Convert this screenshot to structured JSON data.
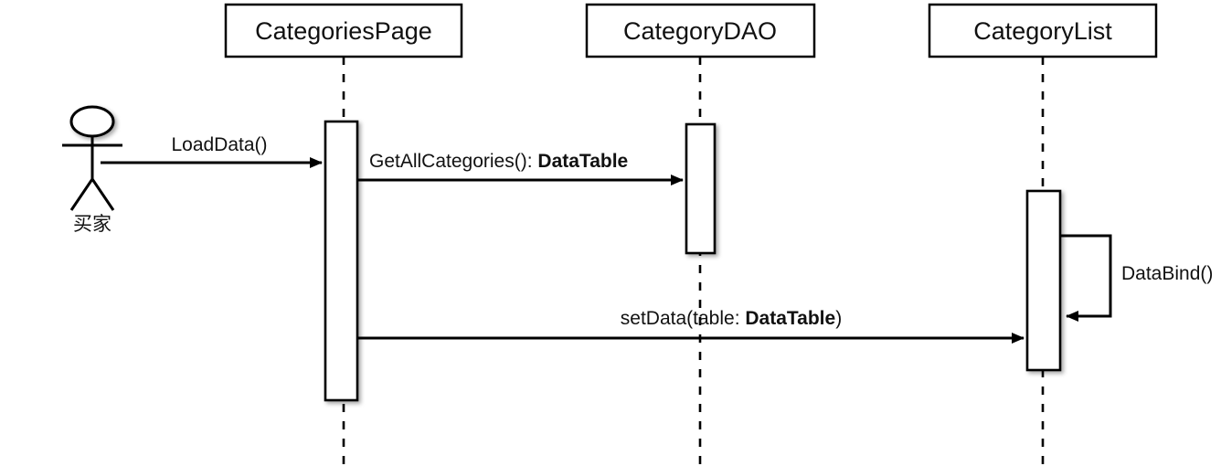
{
  "diagram": {
    "type": "uml-sequence-diagram",
    "background_color": "#ffffff",
    "line_color": "#000000",
    "text_color": "#111111"
  },
  "actor": {
    "name": "buyer-actor",
    "label": "买家"
  },
  "lifelines": [
    {
      "id": "categories-page",
      "title": "CategoriesPage"
    },
    {
      "id": "category-dao",
      "title": "CategoryDAO"
    },
    {
      "id": "category-list",
      "title": "CategoryList"
    }
  ],
  "messages": [
    {
      "id": "load-data",
      "from": "buyer-actor",
      "to": "categories-page",
      "label_plain": "LoadData()",
      "label_parts": [
        {
          "text": "LoadData()",
          "bold": false
        }
      ]
    },
    {
      "id": "get-all-categories",
      "from": "categories-page",
      "to": "category-dao",
      "label_plain": "GetAllCategories(): DataTable",
      "label_parts": [
        {
          "text": "GetAllCategories(): ",
          "bold": false
        },
        {
          "text": "DataTable",
          "bold": true
        }
      ]
    },
    {
      "id": "data-bind",
      "from": "category-list",
      "to": "category-list",
      "label_plain": "DataBind()",
      "label_parts": [
        {
          "text": "DataBind()",
          "bold": false
        }
      ]
    },
    {
      "id": "set-data",
      "from": "categories-page",
      "to": "category-list",
      "label_plain": "setData(table: DataTable)",
      "label_parts": [
        {
          "text": "setData(table: ",
          "bold": false
        },
        {
          "text": "DataTable",
          "bold": true
        },
        {
          "text": ")",
          "bold": false
        }
      ]
    }
  ]
}
